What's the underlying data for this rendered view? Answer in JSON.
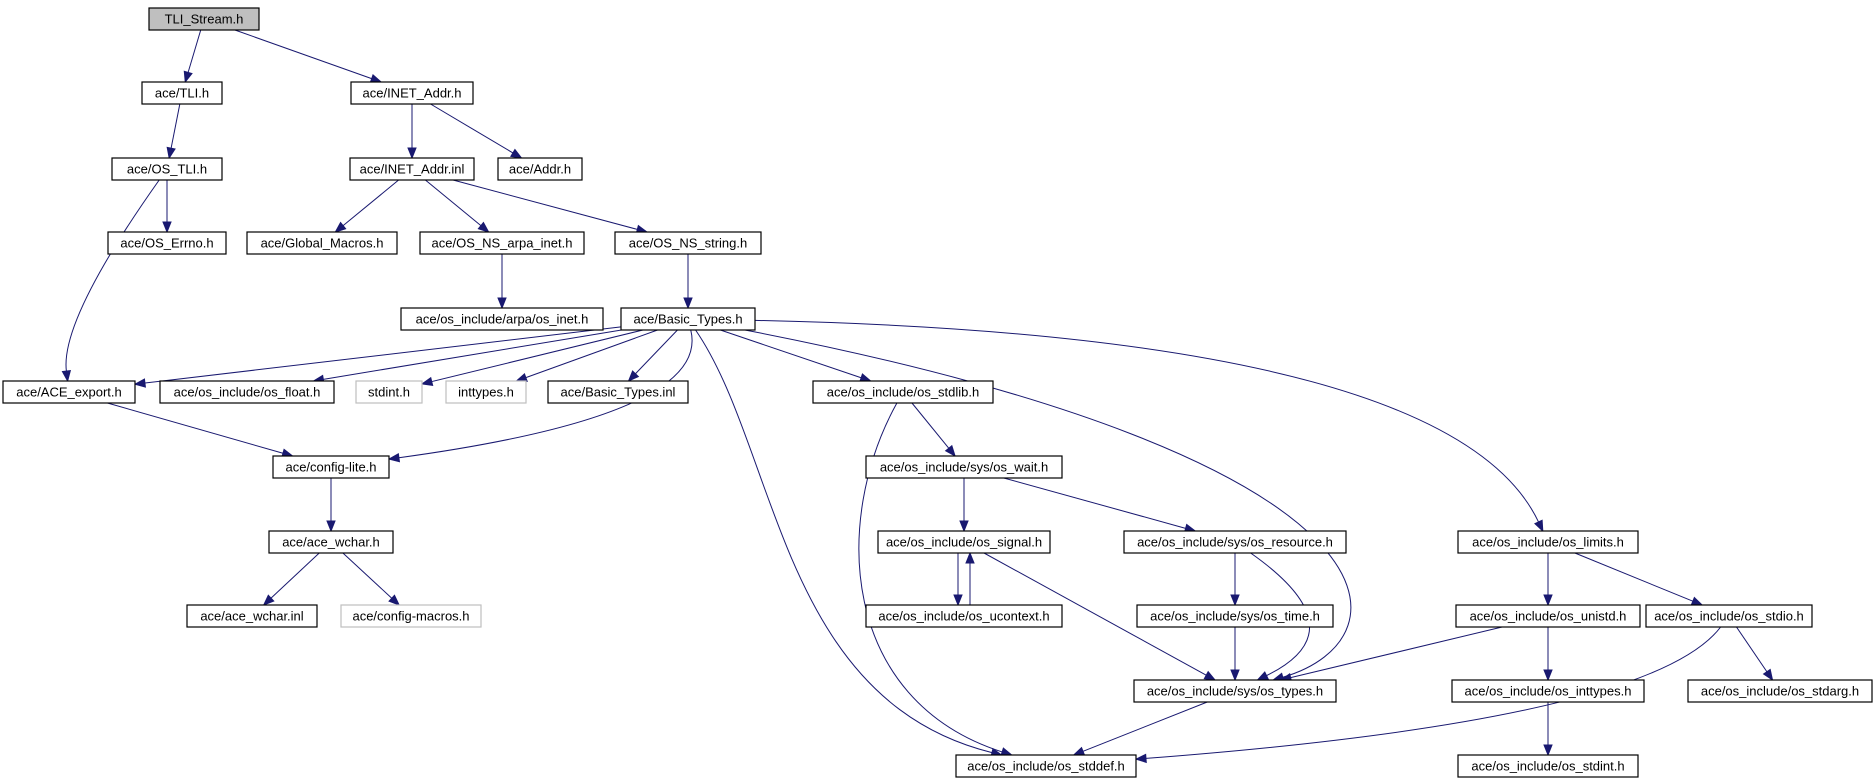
{
  "colors": {
    "edge": "#191970",
    "root_fill": "#bfbfbf",
    "node_border": "#000000",
    "external_border": "#bfbfbf"
  },
  "nodes": {
    "tli_stream": {
      "label": "TLI_Stream.h",
      "style": "root"
    },
    "tli": {
      "label": "ace/TLI.h",
      "style": "normal"
    },
    "inet_addr": {
      "label": "ace/INET_Addr.h",
      "style": "normal"
    },
    "os_tli": {
      "label": "ace/OS_TLI.h",
      "style": "normal"
    },
    "inet_addr_inl": {
      "label": "ace/INET_Addr.inl",
      "style": "normal"
    },
    "addr": {
      "label": "ace/Addr.h",
      "style": "normal"
    },
    "os_errno": {
      "label": "ace/OS_Errno.h",
      "style": "normal"
    },
    "global_macros": {
      "label": "ace/Global_Macros.h",
      "style": "normal"
    },
    "os_ns_arpa": {
      "label": "ace/OS_NS_arpa_inet.h",
      "style": "normal"
    },
    "os_ns_string": {
      "label": "ace/OS_NS_string.h",
      "style": "normal"
    },
    "arpa_os_inet": {
      "label": "ace/os_include/arpa/os_inet.h",
      "style": "normal"
    },
    "basic_types": {
      "label": "ace/Basic_Types.h",
      "style": "normal"
    },
    "ace_export": {
      "label": "ace/ACE_export.h",
      "style": "normal"
    },
    "os_float": {
      "label": "ace/os_include/os_float.h",
      "style": "normal"
    },
    "stdint": {
      "label": "stdint.h",
      "style": "external"
    },
    "inttypes": {
      "label": "inttypes.h",
      "style": "external"
    },
    "basic_types_inl": {
      "label": "ace/Basic_Types.inl",
      "style": "normal"
    },
    "os_stdlib": {
      "label": "ace/os_include/os_stdlib.h",
      "style": "normal"
    },
    "config_lite": {
      "label": "ace/config-lite.h",
      "style": "normal"
    },
    "sys_os_wait": {
      "label": "ace/os_include/sys/os_wait.h",
      "style": "normal"
    },
    "ace_wchar": {
      "label": "ace/ace_wchar.h",
      "style": "normal"
    },
    "os_signal": {
      "label": "ace/os_include/os_signal.h",
      "style": "normal"
    },
    "sys_os_resource": {
      "label": "ace/os_include/sys/os_resource.h",
      "style": "normal"
    },
    "os_limits": {
      "label": "ace/os_include/os_limits.h",
      "style": "normal"
    },
    "ace_wchar_inl": {
      "label": "ace/ace_wchar.inl",
      "style": "normal"
    },
    "config_macros": {
      "label": "ace/config-macros.h",
      "style": "external"
    },
    "os_ucontext": {
      "label": "ace/os_include/os_ucontext.h",
      "style": "normal"
    },
    "sys_os_time": {
      "label": "ace/os_include/sys/os_time.h",
      "style": "normal"
    },
    "os_unistd": {
      "label": "ace/os_include/os_unistd.h",
      "style": "normal"
    },
    "os_stdio": {
      "label": "ace/os_include/os_stdio.h",
      "style": "normal"
    },
    "sys_os_types": {
      "label": "ace/os_include/sys/os_types.h",
      "style": "normal"
    },
    "os_inttypes": {
      "label": "ace/os_include/os_inttypes.h",
      "style": "normal"
    },
    "os_stdarg": {
      "label": "ace/os_include/os_stdarg.h",
      "style": "normal"
    },
    "os_stddef": {
      "label": "ace/os_include/os_stddef.h",
      "style": "normal"
    },
    "os_stdint": {
      "label": "ace/os_include/os_stdint.h",
      "style": "normal"
    }
  },
  "edges": [
    [
      "tli_stream",
      "tli"
    ],
    [
      "tli_stream",
      "inet_addr"
    ],
    [
      "tli",
      "os_tli"
    ],
    [
      "inet_addr",
      "inet_addr_inl"
    ],
    [
      "inet_addr",
      "addr"
    ],
    [
      "os_tli",
      "os_errno"
    ],
    [
      "os_tli",
      "ace_export"
    ],
    [
      "inet_addr_inl",
      "global_macros"
    ],
    [
      "inet_addr_inl",
      "os_ns_arpa"
    ],
    [
      "inet_addr_inl",
      "os_ns_string"
    ],
    [
      "os_ns_arpa",
      "arpa_os_inet"
    ],
    [
      "os_ns_string",
      "basic_types"
    ],
    [
      "basic_types",
      "ace_export"
    ],
    [
      "basic_types",
      "os_float"
    ],
    [
      "basic_types",
      "stdint"
    ],
    [
      "basic_types",
      "inttypes"
    ],
    [
      "basic_types",
      "basic_types_inl"
    ],
    [
      "basic_types",
      "os_stdlib"
    ],
    [
      "basic_types",
      "config_lite"
    ],
    [
      "basic_types",
      "os_stddef"
    ],
    [
      "basic_types",
      "sys_os_types"
    ],
    [
      "basic_types",
      "os_limits"
    ],
    [
      "ace_export",
      "config_lite"
    ],
    [
      "config_lite",
      "ace_wchar"
    ],
    [
      "ace_wchar",
      "ace_wchar_inl"
    ],
    [
      "ace_wchar",
      "config_macros"
    ],
    [
      "os_stdlib",
      "sys_os_wait"
    ],
    [
      "os_stdlib",
      "os_stddef"
    ],
    [
      "sys_os_wait",
      "os_signal"
    ],
    [
      "sys_os_wait",
      "sys_os_resource"
    ],
    [
      "os_signal",
      "os_ucontext"
    ],
    [
      "os_ucontext",
      "os_signal"
    ],
    [
      "os_signal",
      "sys_os_types"
    ],
    [
      "sys_os_resource",
      "sys_os_time"
    ],
    [
      "sys_os_resource",
      "sys_os_types"
    ],
    [
      "sys_os_time",
      "sys_os_types"
    ],
    [
      "os_limits",
      "os_unistd"
    ],
    [
      "os_limits",
      "os_stdio"
    ],
    [
      "os_unistd",
      "sys_os_types"
    ],
    [
      "os_unistd",
      "os_inttypes"
    ],
    [
      "os_stdio",
      "os_stdarg"
    ],
    [
      "os_stdio",
      "os_stddef"
    ],
    [
      "sys_os_types",
      "os_stddef"
    ],
    [
      "os_inttypes",
      "os_stdint"
    ]
  ]
}
